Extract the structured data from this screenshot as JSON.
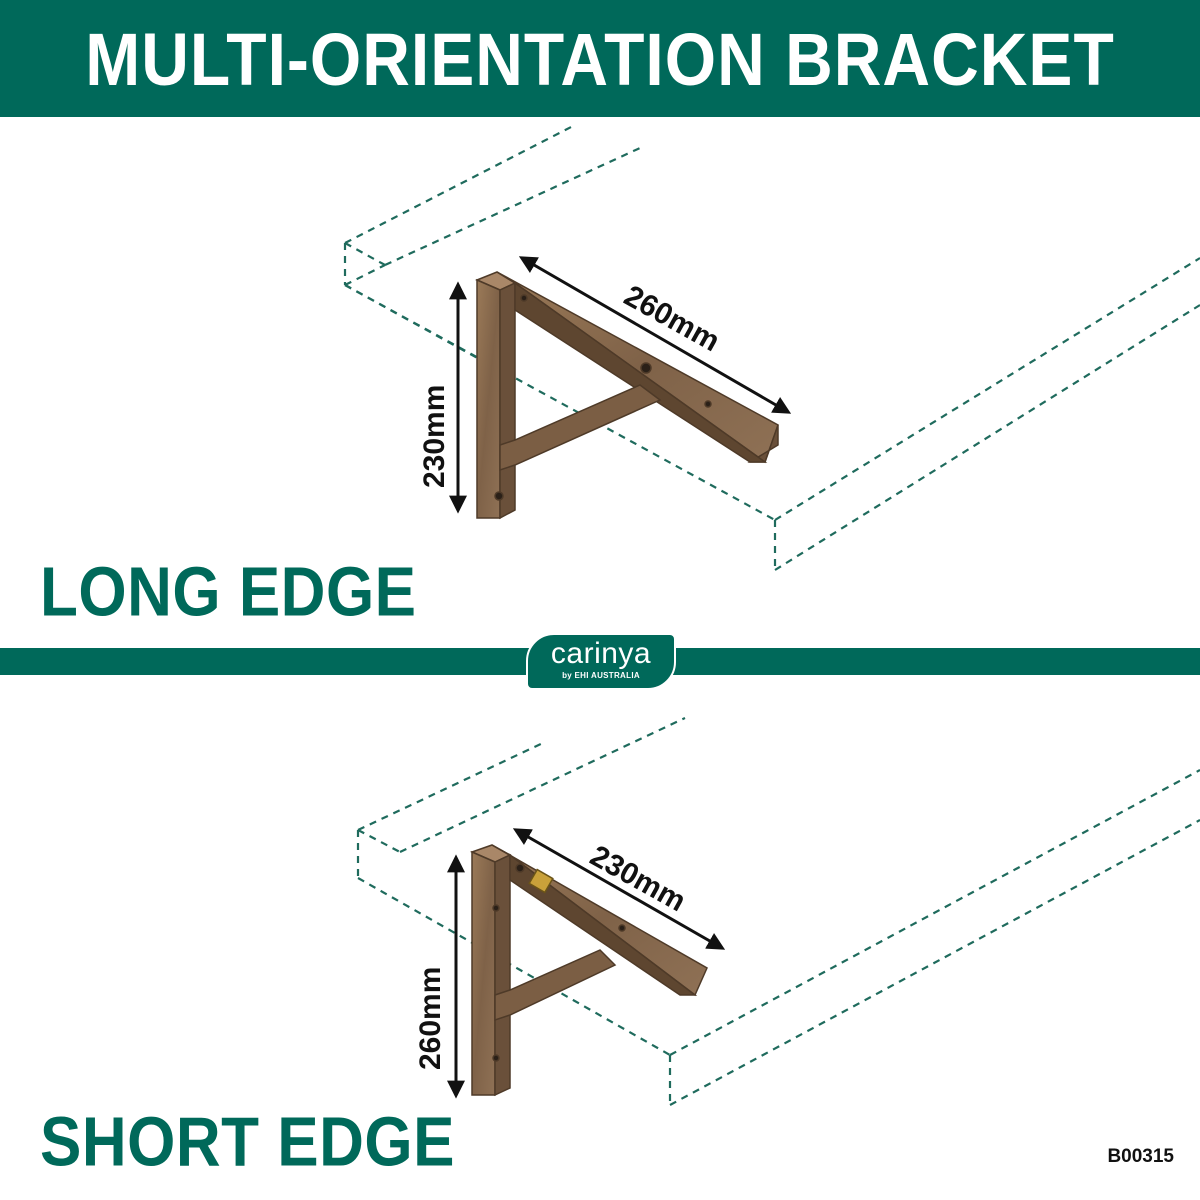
{
  "header": {
    "title": "MULTI-ORIENTATION BRACKET"
  },
  "sections": [
    {
      "label": "LONG EDGE",
      "width_dimension": "260mm",
      "height_dimension": "230mm"
    },
    {
      "label": "SHORT EDGE",
      "width_dimension": "230mm",
      "height_dimension": "260mm"
    }
  ],
  "logo": {
    "name": "carinya",
    "tagline": "by EHI AUSTRALIA"
  },
  "product_code": "B00315",
  "colors": {
    "brand_green": "#00695a",
    "wood": "#8a6a4a",
    "wood_dark": "#5e4630",
    "dash": "#1f6b5d"
  }
}
